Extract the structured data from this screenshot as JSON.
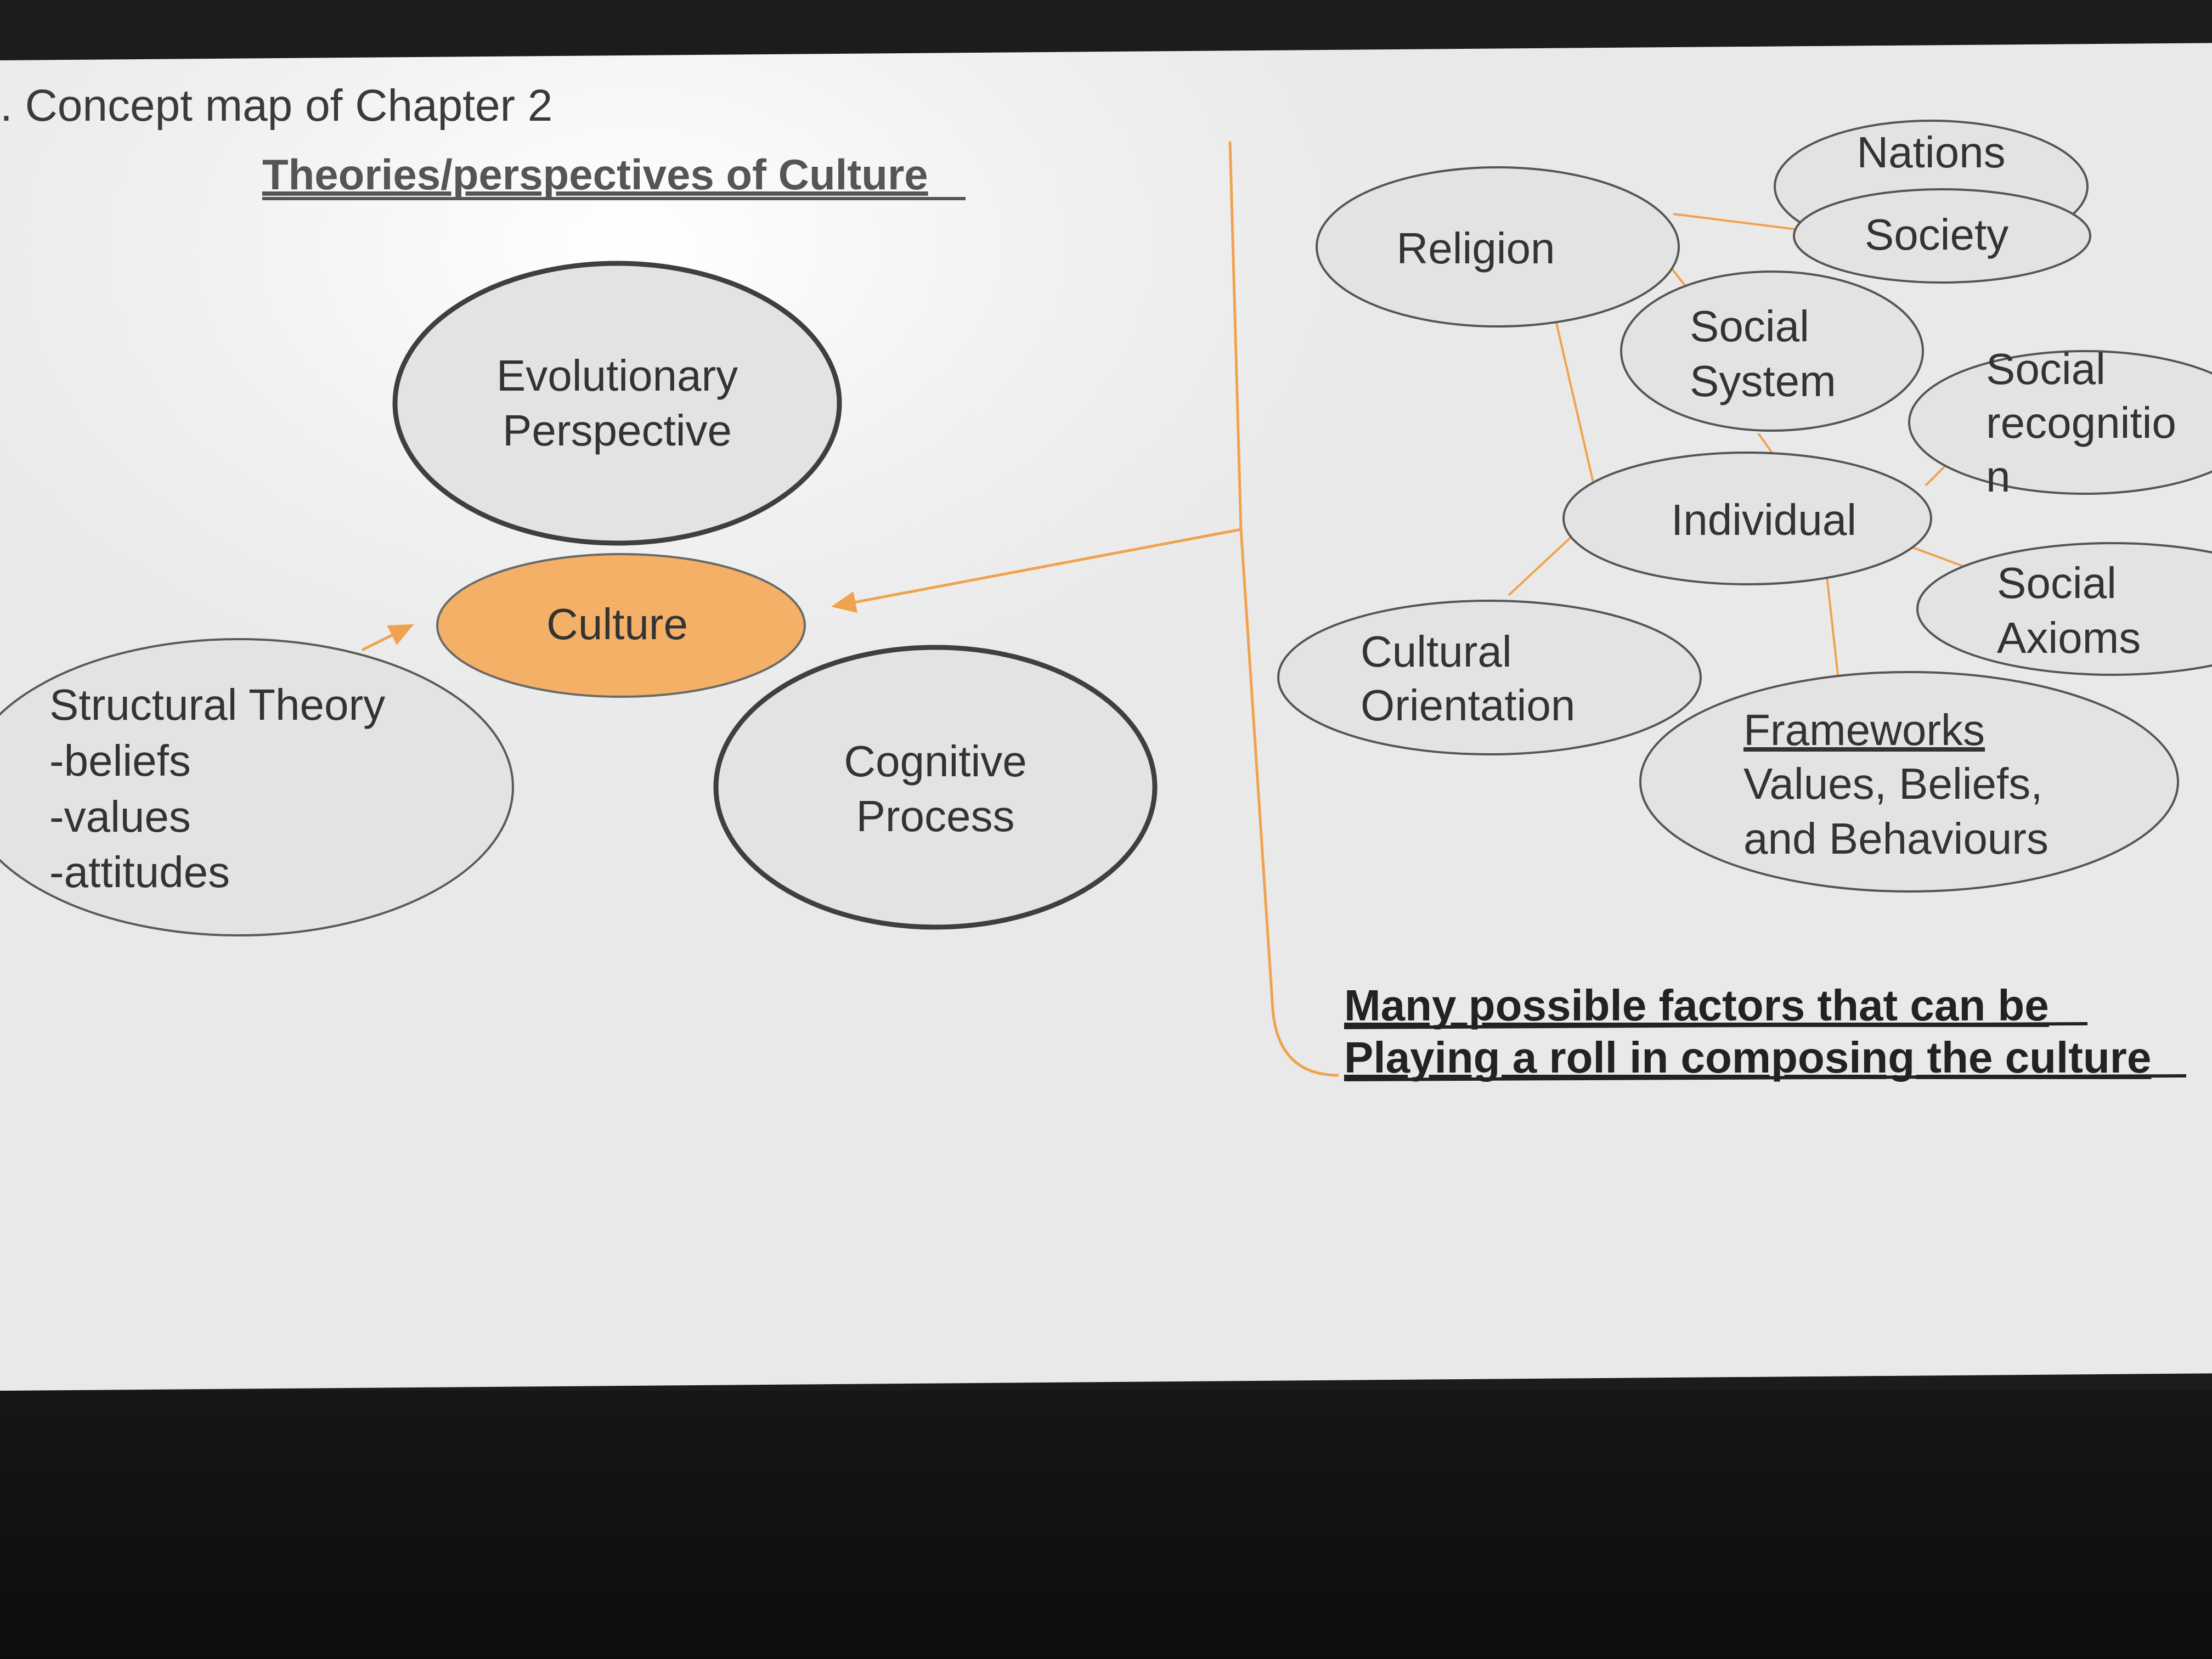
{
  "title": ". Concept map of Chapter 2",
  "heading": "Theories/perspectives of Culture",
  "colors": {
    "accent": "#f3b066",
    "connector": "#f0a24e",
    "node_fill": "#e3e3e3",
    "node_stroke": "#3f3f3f"
  },
  "left_map": {
    "center": "Culture",
    "evolutionary": [
      "Evolutionary",
      "Perspective"
    ],
    "structural": [
      "Structural Theory",
      "-beliefs",
      "-values",
      "-attitudes"
    ],
    "cognitive": [
      "Cognitive",
      "Process"
    ]
  },
  "right_map": {
    "religion": "Religion",
    "nations": "Nations",
    "society": "Society",
    "social_system": [
      "Social",
      "System"
    ],
    "social_recognition": [
      "Social",
      "recognitio",
      "n"
    ],
    "individual": "Individual",
    "social_axioms": [
      "Social",
      "Axioms"
    ],
    "cultural_orientation": [
      "Cultural",
      "Orientation"
    ],
    "frameworks": [
      "Frameworks",
      "Values, Beliefs,",
      "and Behaviours"
    ]
  },
  "note": [
    "Many possible factors that can be",
    "Playing a roll in composing the culture"
  ]
}
